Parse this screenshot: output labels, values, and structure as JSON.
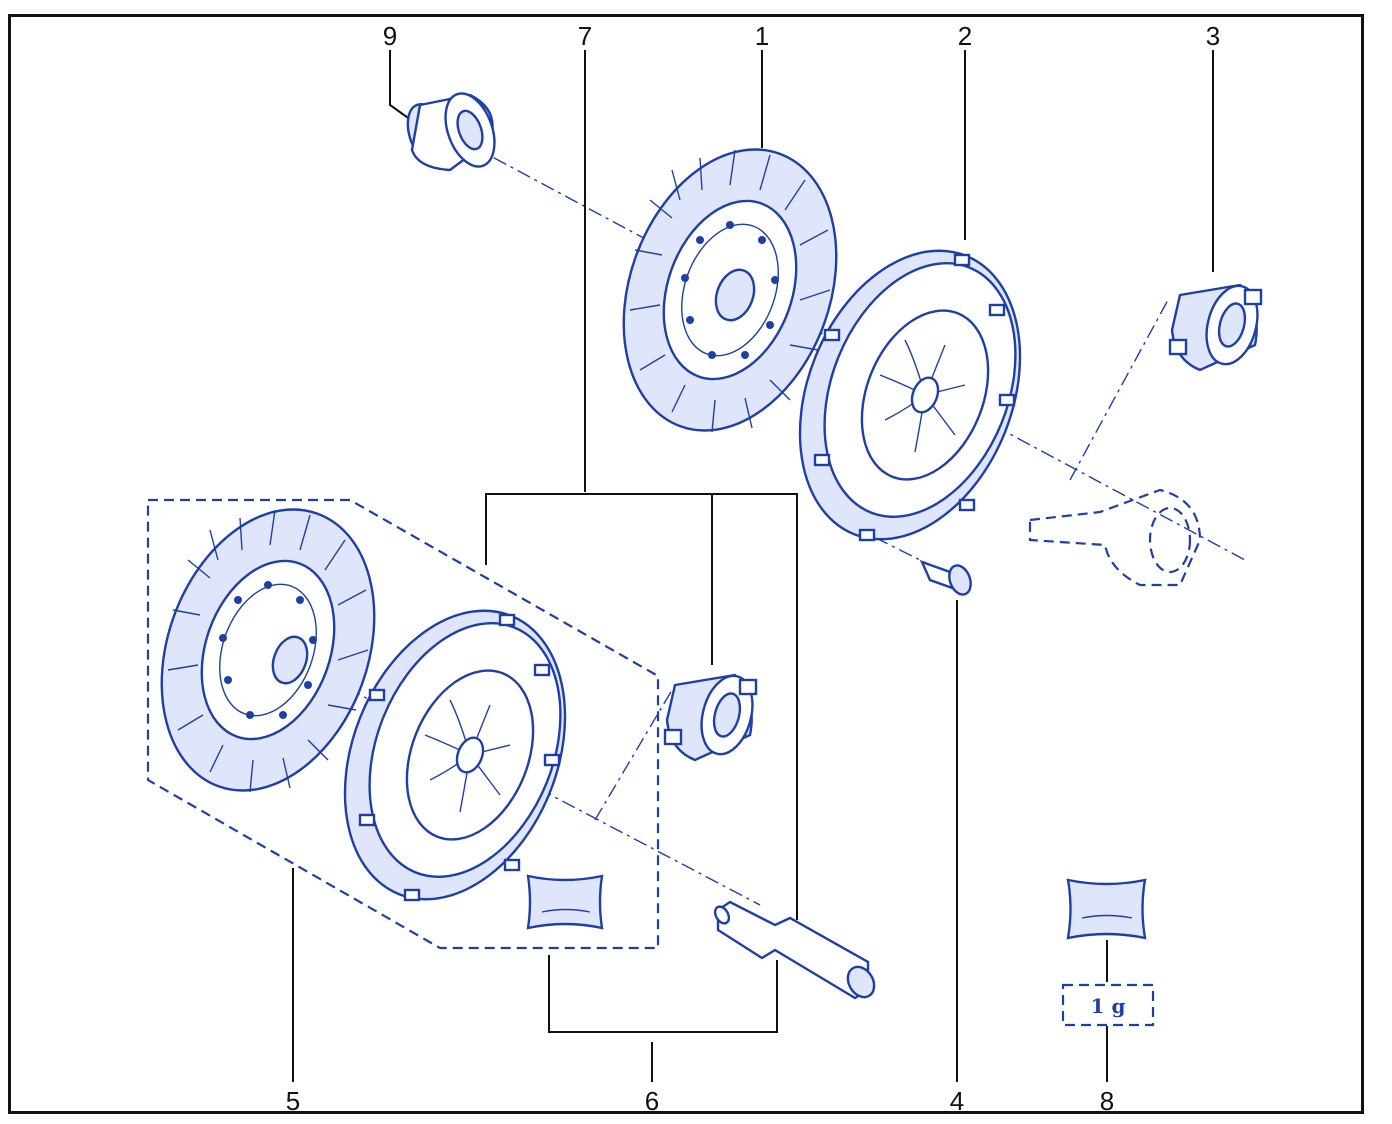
{
  "callouts": {
    "c1": "1",
    "c2": "2",
    "c3": "3",
    "c4": "4",
    "c5": "5",
    "c6": "6",
    "c7": "7",
    "c8": "8",
    "c9": "9"
  },
  "grease_quantity": "1 g",
  "colors": {
    "line": "#1f3fa8",
    "frame": "#111111"
  }
}
